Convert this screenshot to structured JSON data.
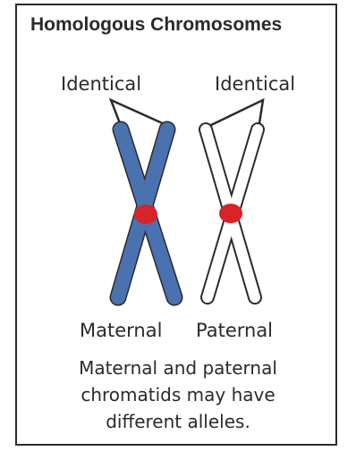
{
  "title": "Homologous Chromosomes",
  "labels": {
    "identical_left": "Identical",
    "identical_right": "Identical",
    "maternal": "Maternal",
    "paternal": "Paternal"
  },
  "caption": {
    "line1": "Maternal and paternal",
    "line2": "chromatids may have",
    "line3": "different alleles."
  },
  "colors": {
    "maternal_fill": "#4a72b0",
    "paternal_fill": "#ffffff",
    "centromere": "#d8232a",
    "outline": "#2b2b2b"
  }
}
